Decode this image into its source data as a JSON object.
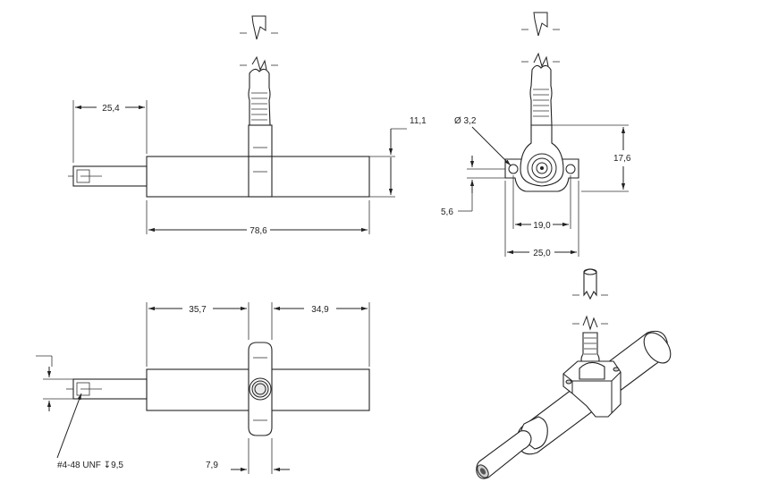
{
  "labels": {
    "top_len": "25,4",
    "top_total": "78,6",
    "top_height": "11,1",
    "hole_dia": "Ø 3,2",
    "side_height": "17,6",
    "side_offset": "5,6",
    "hole_spacing": "19,0",
    "flange_width": "25,0",
    "front_left": "35,7",
    "front_right": "34,9",
    "collar_width": "7,9",
    "thread": "#4-48 UNF ↧9,5"
  }
}
